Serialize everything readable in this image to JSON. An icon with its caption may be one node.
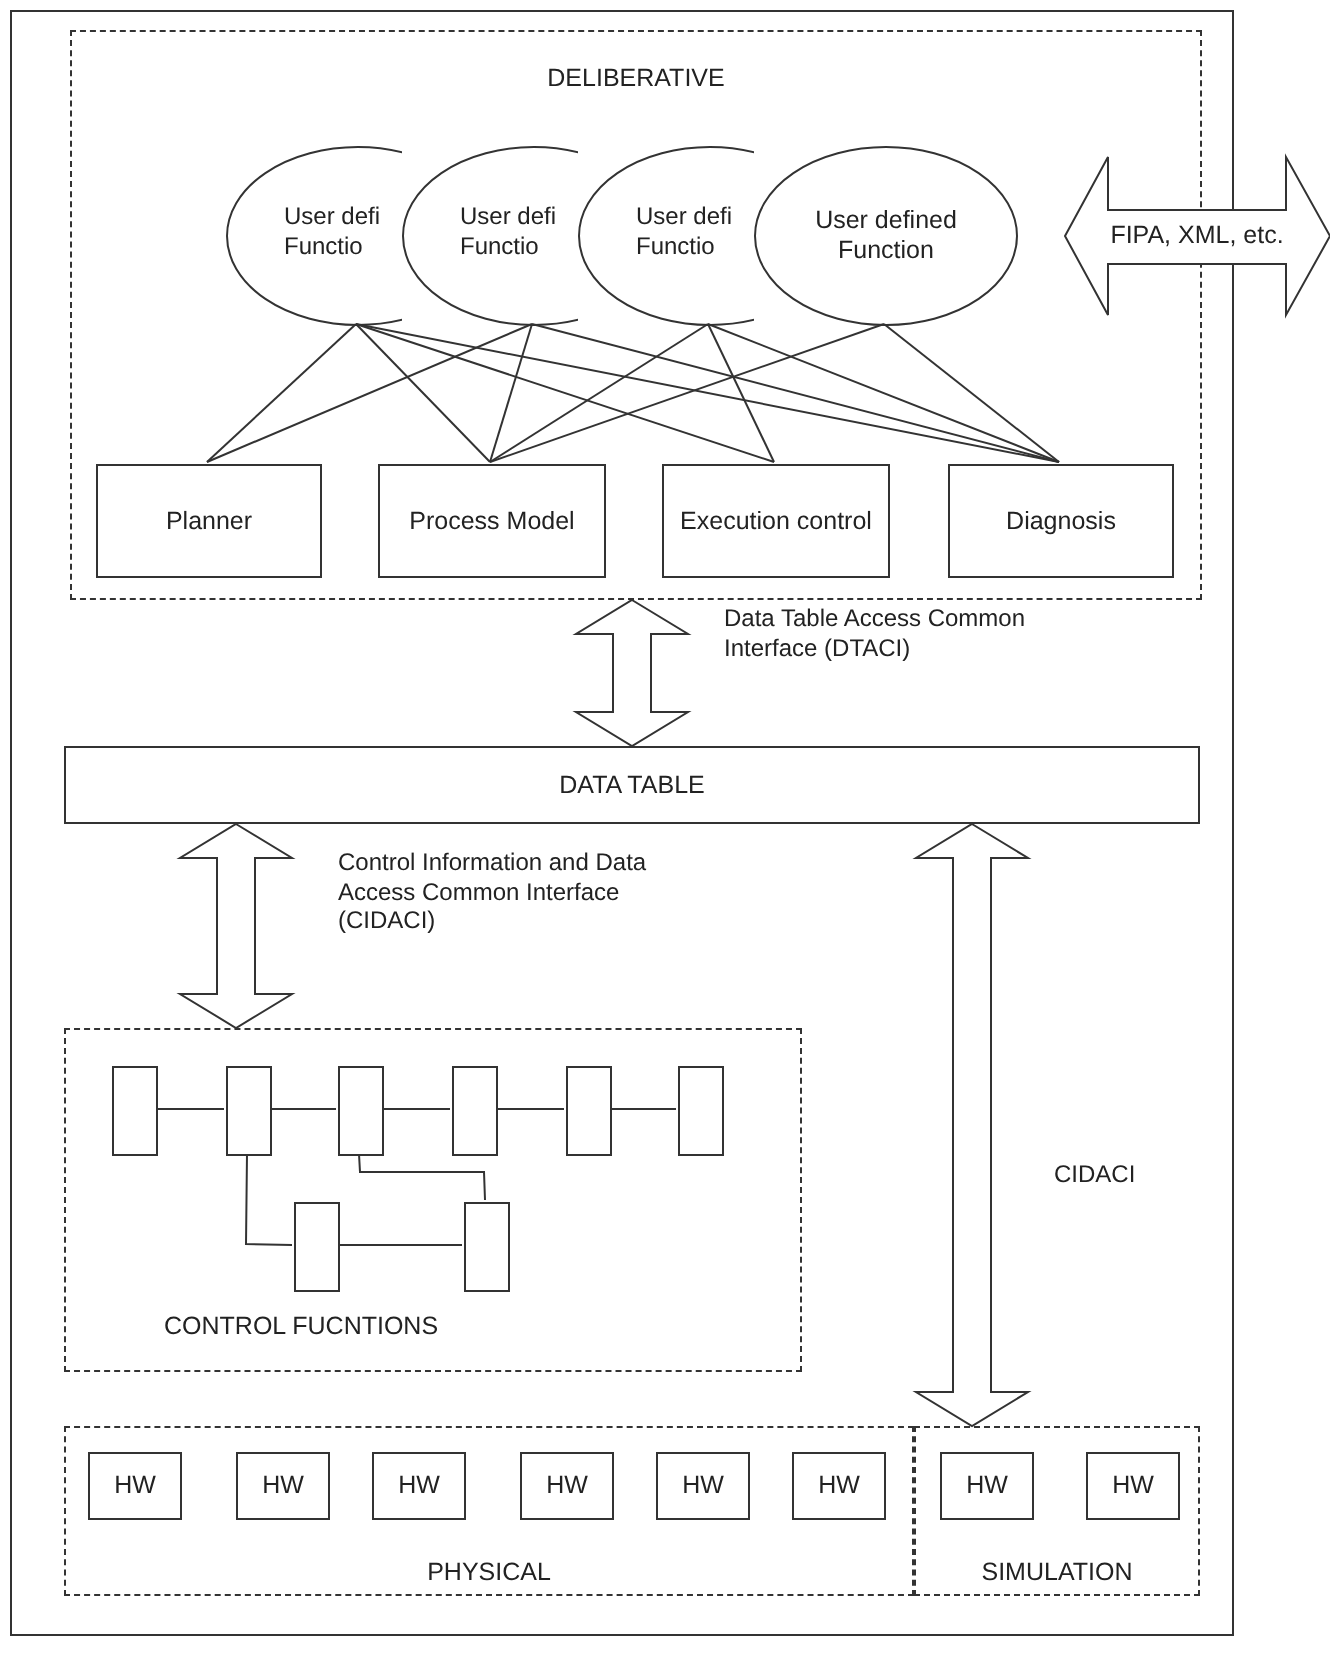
{
  "diagram": {
    "nodes": [
      {
        "text": [
          "DELIBERATIVE"
        ]
      },
      {
        "text": [
          "User defi Functio"
        ],
        "in": 0
      },
      {
        "text": [
          "User defi Functio"
        ],
        "in": 0
      },
      {
        "text": [
          "User defi Functio"
        ],
        "in": 0
      },
      {
        "text": [
          "User defined Function"
        ],
        "in": 0
      },
      {
        "text": [
          "Planner"
        ],
        "in": 0
      },
      {
        "text": [
          "Process Model"
        ],
        "in": 0
      },
      {
        "text": [
          "Execution control"
        ],
        "in": 0
      },
      {
        "text": [
          "Diagnosis"
        ],
        "in": 0
      },
      {
        "text": [
          "FIPA, XML, etc."
        ]
      },
      {
        "text": [
          "DATA TABLE"
        ]
      },
      {
        "text": [
          "CONTROL FUCNTIONS"
        ]
      },
      {
        "text": [],
        "shape": "box",
        "in": 11
      },
      {
        "text": [],
        "shape": "box",
        "in": 11
      },
      {
        "text": [],
        "shape": "box",
        "in": 11
      },
      {
        "text": [],
        "shape": "box",
        "in": 11
      },
      {
        "text": [],
        "shape": "box",
        "in": 11
      },
      {
        "text": [],
        "shape": "box",
        "in": 11
      },
      {
        "text": [],
        "shape": "box",
        "in": 11
      },
      {
        "text": [],
        "shape": "box",
        "in": 11
      },
      {
        "text": [
          "PHYSICAL"
        ]
      },
      {
        "text": [
          "HW"
        ],
        "in": 20
      },
      {
        "text": [
          "HW"
        ],
        "in": 20
      },
      {
        "text": [
          "HW"
        ],
        "in": 20
      },
      {
        "text": [
          "HW"
        ],
        "in": 20
      },
      {
        "text": [
          "HW"
        ],
        "in": 20
      },
      {
        "text": [
          "HW"
        ],
        "in": 20
      },
      {
        "text": [
          "SIMULATION"
        ]
      },
      {
        "text": [
          "HW"
        ],
        "in": 27
      },
      {
        "text": [
          "HW"
        ],
        "in": 27
      }
    ],
    "edges": [
      {
        "from": 1,
        "to": 5,
        "arrow": "none"
      },
      {
        "from": 1,
        "to": 6,
        "arrow": "none"
      },
      {
        "from": 1,
        "to": 7,
        "arrow": "none"
      },
      {
        "from": 1,
        "to": 8,
        "arrow": "none"
      },
      {
        "from": 2,
        "to": 5,
        "arrow": "none"
      },
      {
        "from": 2,
        "to": 6,
        "arrow": "none"
      },
      {
        "from": 2,
        "to": 8,
        "arrow": "none"
      },
      {
        "from": 3,
        "to": 6,
        "arrow": "none"
      },
      {
        "from": 3,
        "to": 7,
        "arrow": "none"
      },
      {
        "from": 3,
        "to": 8,
        "arrow": "none"
      },
      {
        "from": 4,
        "to": 6,
        "arrow": "none"
      },
      {
        "from": 4,
        "to": 8,
        "arrow": "none"
      },
      {
        "from": 0,
        "to": 10,
        "arrow": "both",
        "label": "Data Table Access Common Interface (DTACI)",
        "style": "thick"
      },
      {
        "from": 10,
        "to": 11,
        "arrow": "both",
        "label": "Control Information and Data Access Common Interface (CIDACI)",
        "style": "thick"
      },
      {
        "from": 10,
        "to": 27,
        "arrow": "both",
        "label": "CIDACI",
        "style": "thick"
      },
      {
        "from": 12,
        "to": 13,
        "arrow": "none"
      },
      {
        "from": 13,
        "to": 14,
        "arrow": "none"
      },
      {
        "from": 14,
        "to": 15,
        "arrow": "none"
      },
      {
        "from": 15,
        "to": 16,
        "arrow": "none"
      },
      {
        "from": 16,
        "to": 17,
        "arrow": "none"
      },
      {
        "from": 13,
        "to": 18,
        "arrow": "none"
      },
      {
        "from": 14,
        "to": 19,
        "arrow": "none"
      },
      {
        "from": 18,
        "to": 19,
        "arrow": "none"
      }
    ]
  }
}
